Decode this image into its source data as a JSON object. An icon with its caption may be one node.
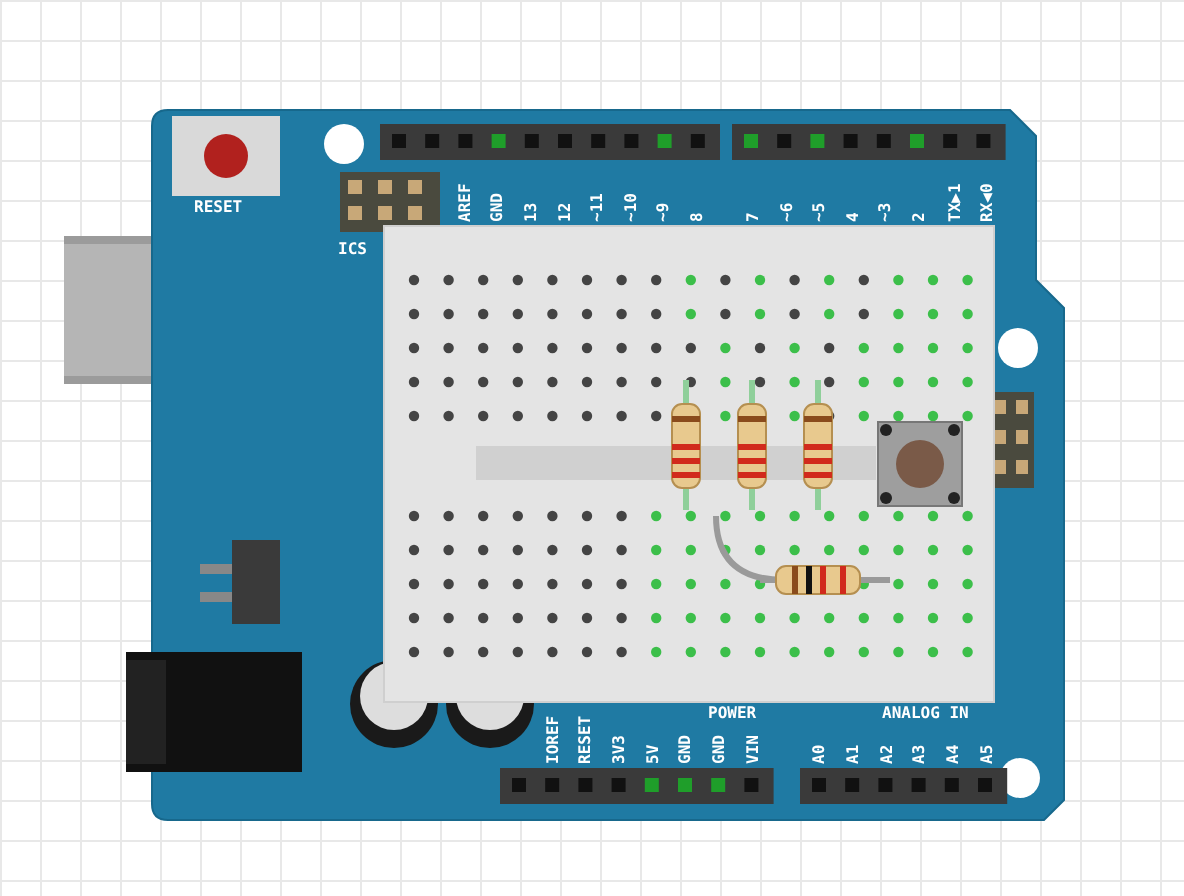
{
  "diagram": {
    "labels": [
      "RESET",
      "ICS",
      "AREF",
      "GND",
      "13",
      "12",
      "~11",
      "~10",
      "~9",
      "8",
      "7",
      "~6",
      "~5",
      "4",
      "~3",
      "2",
      "TX▶1",
      "RX◀0",
      "POWER",
      "ANALOG IN",
      "IOREF",
      "RESET",
      "3V3",
      "5V",
      "GND",
      "GND",
      "VIN",
      "A0",
      "A1",
      "A2",
      "A3",
      "A4",
      "A5"
    ]
  }
}
